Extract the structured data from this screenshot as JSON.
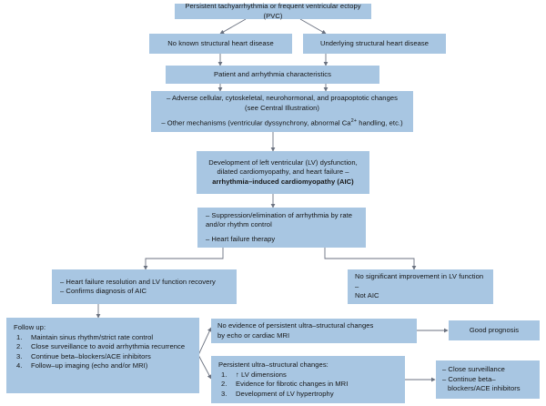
{
  "colors": {
    "box_fill": "#a8c6e2",
    "connector": "#6b7280",
    "text": "#151515"
  },
  "nodes": {
    "trigger": {
      "label": "Persistent tachyarrhythmia or frequent ventricular ectopy (PVC)"
    },
    "no_structural": {
      "label": "No known structural heart disease"
    },
    "underlying_structural": {
      "label": "Underlying structural heart disease"
    },
    "characteristics": {
      "label": "Patient and arrhythmia characteristics"
    },
    "mechanisms": {
      "line1": "– Adverse cellular, cytoskeletal, neurohormonal, and proapoptotic changes",
      "line2": "(see Central Illustration)",
      "line3_pre": "– Other mechanisms (ventricular dyssynchrony, abnormal Ca",
      "line3_sup": "2+",
      "line3_post": " handling, etc.)"
    },
    "aic": {
      "line1": "Development of left ventricular (LV) dysfunction,",
      "line2": "dilated cardiomyopathy, and heart failure –",
      "line3": "arrhythmia–induced cardiomyopathy (AIC)"
    },
    "therapy": {
      "line1": "– Suppression/elimination of arrhythmia by rate",
      "line2": "and/or rhythm control",
      "line3": "– Heart failure therapy"
    },
    "recovery": {
      "line1": "– Heart failure resolution and LV function recovery",
      "line2": "– Confirms diagnosis of AIC"
    },
    "no_improvement": {
      "line1": "No significant improvement in LV function –",
      "line2": "Not AIC"
    },
    "follow_up": {
      "title": "Follow up:",
      "items": [
        {
          "num": "1.",
          "text": "Maintain sinus rhythm/strict rate control"
        },
        {
          "num": "2.",
          "text": "Close surveillance to avoid arrhythmia recurrence"
        },
        {
          "num": "3.",
          "text": "Continue beta–blockers/ACE inhibitors"
        },
        {
          "num": "4.",
          "text": "Follow–up imaging (echo and/or MRI)"
        }
      ]
    },
    "no_evidence": {
      "line1": "No evidence of persistent ultra–structural changes",
      "line2": "by echo or cardiac MRI"
    },
    "good_prognosis": {
      "label": "Good prognosis"
    },
    "persistent_changes": {
      "title": "Persistent ultra–structural changes:",
      "items": [
        {
          "num": "1.",
          "text": "↑ LV dimensions"
        },
        {
          "num": "2.",
          "text": "Evidence for fibrotic changes in MRI"
        },
        {
          "num": "3.",
          "text": "Development of LV hypertrophy"
        }
      ]
    },
    "close_surveillance": {
      "line1": "– Close surveillance",
      "line2": "– Continue beta–",
      "line3": "blockers/ACE inhibitors"
    }
  }
}
